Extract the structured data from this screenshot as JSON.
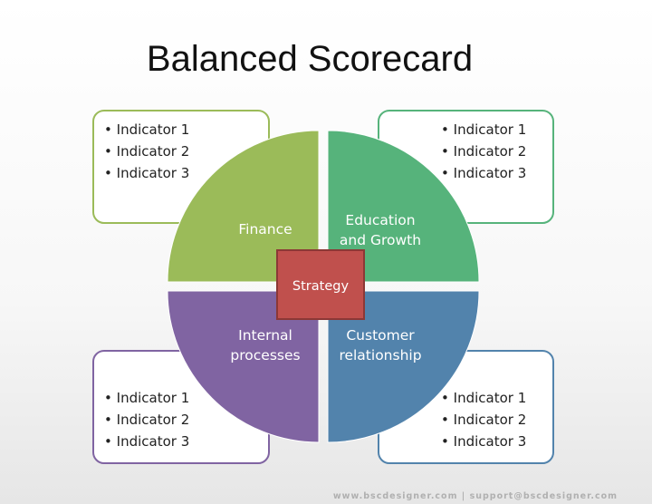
{
  "title": "Balanced Scorecard",
  "center": {
    "label": "Strategy",
    "color": "#c0504d"
  },
  "quadrants": [
    {
      "lines": [
        "Finance"
      ],
      "color": "#9bbb59",
      "indicators": [
        "Indicator 1",
        "Indicator 2",
        "Indicator 3"
      ]
    },
    {
      "lines": [
        "Education",
        "and Growth"
      ],
      "color": "#56b37b",
      "indicators": [
        "Indicator 1",
        "Indicator 2",
        "Indicator 3"
      ]
    },
    {
      "lines": [
        "Internal",
        "processes"
      ],
      "color": "#8064a2",
      "indicators": [
        "Indicator 1",
        "Indicator 2",
        "Indicator 3"
      ]
    },
    {
      "lines": [
        "Customer",
        "relationship"
      ],
      "color": "#5283ac",
      "indicators": [
        "Indicator 1",
        "Indicator 2",
        "Indicator 3"
      ]
    }
  ],
  "bullet": "•",
  "footer": "www.bscdesigner.com | support@bscdesigner.com"
}
